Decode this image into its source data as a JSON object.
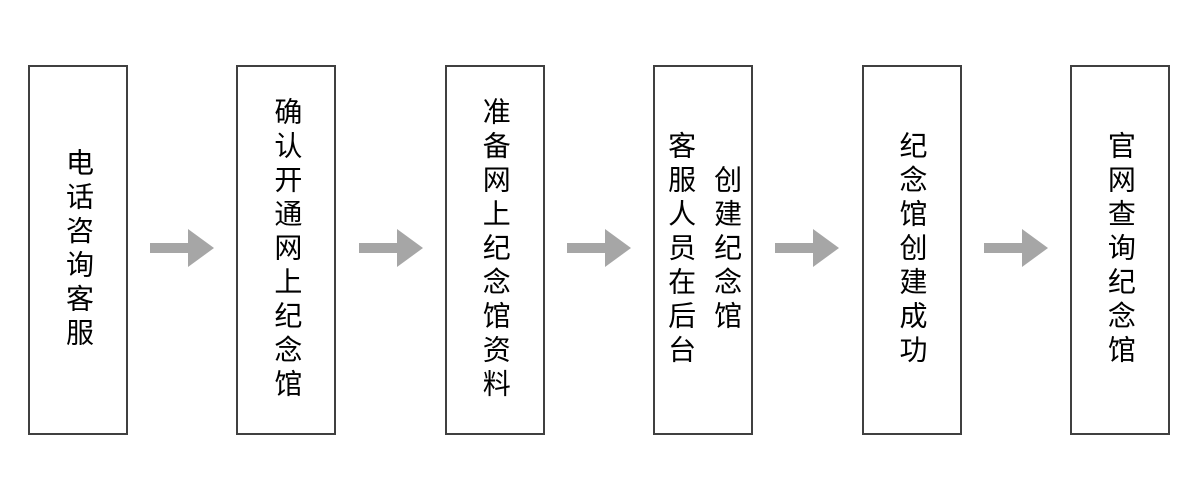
{
  "flow": {
    "box_style": {
      "border_color": "#404040",
      "fill_color": "#ffffff",
      "text_color": "#000000"
    },
    "arrow": {
      "color": "#a6a6a6",
      "direction": "right"
    },
    "steps": [
      {
        "lines": [
          "电话咨询客服"
        ]
      },
      {
        "lines": [
          "确认开通网上纪念馆"
        ]
      },
      {
        "lines": [
          "准备网上纪念馆资料"
        ]
      },
      {
        "lines": [
          "客服人员在后台",
          "创建纪念馆"
        ]
      },
      {
        "lines": [
          "纪念馆创建成功"
        ]
      },
      {
        "lines": [
          "官网查询纪念馆"
        ]
      }
    ]
  }
}
